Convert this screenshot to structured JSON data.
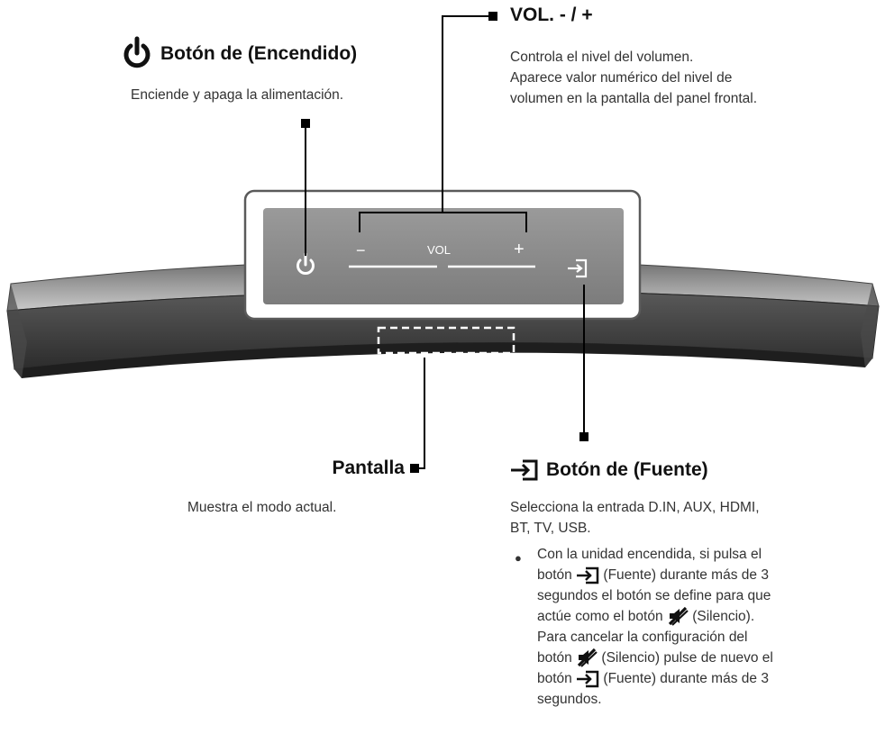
{
  "power": {
    "title": "Botón de (Encendido)",
    "desc": "Enciende y apaga la alimentación."
  },
  "volume": {
    "title": "VOL. - / +",
    "desc_lines": [
      "Controla el nivel del volumen.",
      "Aparece valor numérico del nivel de",
      "volumen en la pantalla del panel frontal."
    ]
  },
  "panel": {
    "minus": "−",
    "vol": "VOL",
    "plus": "+"
  },
  "display": {
    "title": "Pantalla",
    "desc": "Muestra el modo actual."
  },
  "source": {
    "title": "Botón de (Fuente)",
    "desc_lines": [
      "Selecciona la entrada D.IN, AUX, HDMI,",
      "BT, TV, USB."
    ],
    "bullet": "●",
    "note": {
      "l1": "Con la unidad encendida, si pulsa el",
      "l2_a": "botón",
      "l2_b": "(Fuente) durante más de 3",
      "l3": "segundos el botón se define para que",
      "l4_a": "actúe como el botón",
      "l4_b": "(Silencio).",
      "l5": "Para cancelar la configuración del",
      "l6_a": "botón",
      "l6_b": "(Silencio) pulse de nuevo el",
      "l7_a": "botón",
      "l7_b": "(Fuente) durante más de 3",
      "l8": "segundos."
    }
  },
  "colors": {
    "bar_dark": "#3f3f3f",
    "bar_light": "#9a9a9a",
    "panel_gray": "#bdbdbd",
    "panel_bg": "#8a8a8a",
    "leader": "#000000"
  },
  "icons": {
    "power": "power-icon",
    "source": "source-input-icon",
    "mute": "mute-icon"
  }
}
